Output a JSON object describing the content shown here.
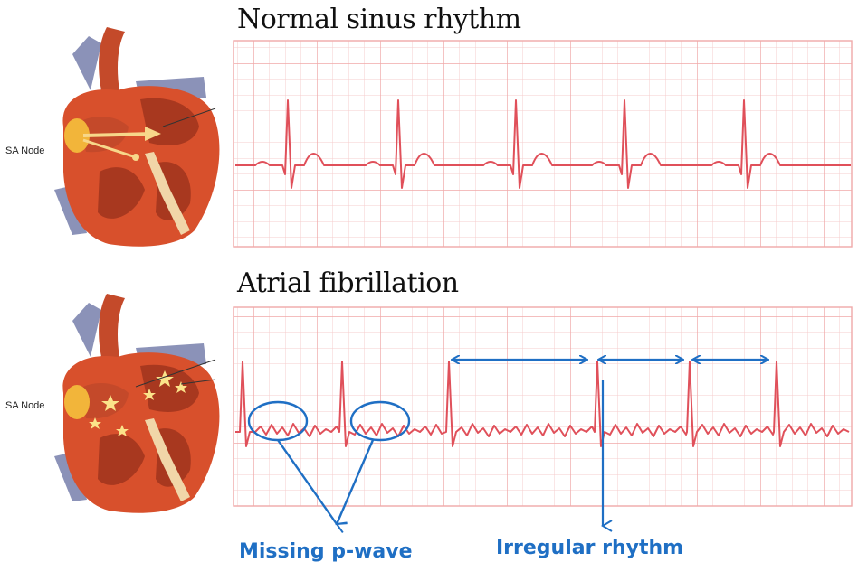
{
  "panels": [
    {
      "title": "Normal sinus rhythm",
      "sa_label": "SA Node",
      "rhythm": "normal"
    },
    {
      "title": "Atrial fibrillation",
      "sa_label": "SA Node",
      "rhythm": "afib"
    }
  ],
  "annotations": {
    "missing_p_wave": "Missing p-wave",
    "irregular_rhythm": "Irregular rhythm"
  },
  "colors": {
    "grid": "#f3b5b5",
    "trace": "#e0505a",
    "annotation": "#1f6fc4",
    "heart_muscle": "#d8502c",
    "heart_chamber": "#a8381f",
    "vessel": "#8b92b8"
  },
  "icons": [
    "heart-anatomy-icon",
    "sa-node-icon",
    "conduction-arrow-icon",
    "fibrillation-spark-icon"
  ]
}
